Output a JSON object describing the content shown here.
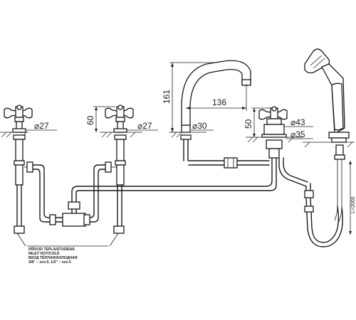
{
  "dimensions": {
    "height_spout": "161",
    "reach_spout": "136",
    "height_handle_left": "60",
    "height_handle_right": "50",
    "dia_left_1": "⌀27",
    "dia_left_2": "⌀27",
    "dia_spout_base": "⌀30",
    "dia_mixer": "⌀43",
    "dia_shower": "⌀35",
    "hose_length": "L=2000"
  },
  "note": {
    "line1": "PŘÍVOD TEPLÁ/STUDENÁ",
    "line2": "INLET HOT/COLD",
    "line3": "ВХОД ТЁПЛАЯ/ХОЛОДНАЯ",
    "line4": "3/8\" – xxx.0, 1/2\" – xxx.5"
  },
  "icons": {
    "valve_left": "cross-handle-valve-icon",
    "valve_center": "cross-handle-valve-icon",
    "valve_right": "cross-handle-diverter-icon",
    "spout": "bath-spout-icon",
    "hand_shower": "hand-shower-icon"
  }
}
